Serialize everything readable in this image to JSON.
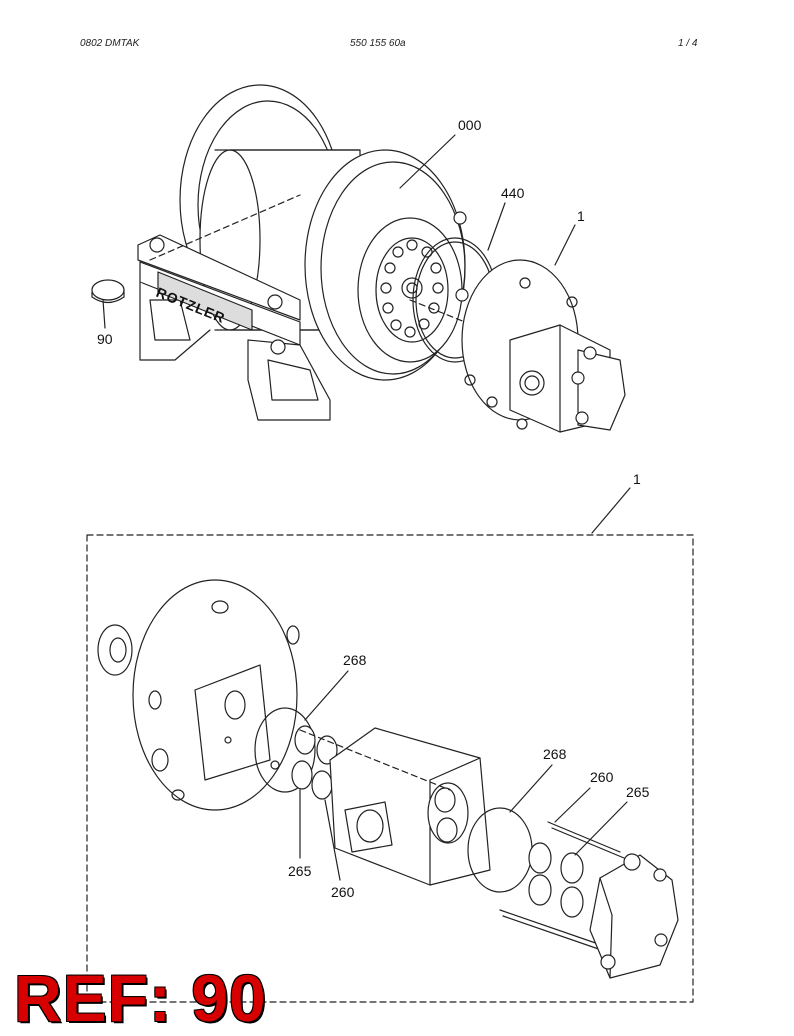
{
  "header": {
    "left": "0802 DMTAK",
    "center": "550 155 60a",
    "right": "1 /   4"
  },
  "diagram": {
    "brand_text": "ROTZLER",
    "callouts_top": [
      "000",
      "440",
      "1",
      "90"
    ],
    "callouts_bottom": [
      "1",
      "268",
      "268",
      "260",
      "265",
      "265",
      "260"
    ]
  },
  "ref": {
    "label": "REF: 90"
  },
  "colors": {
    "ref_red": "#d60000",
    "line": "#222222"
  }
}
